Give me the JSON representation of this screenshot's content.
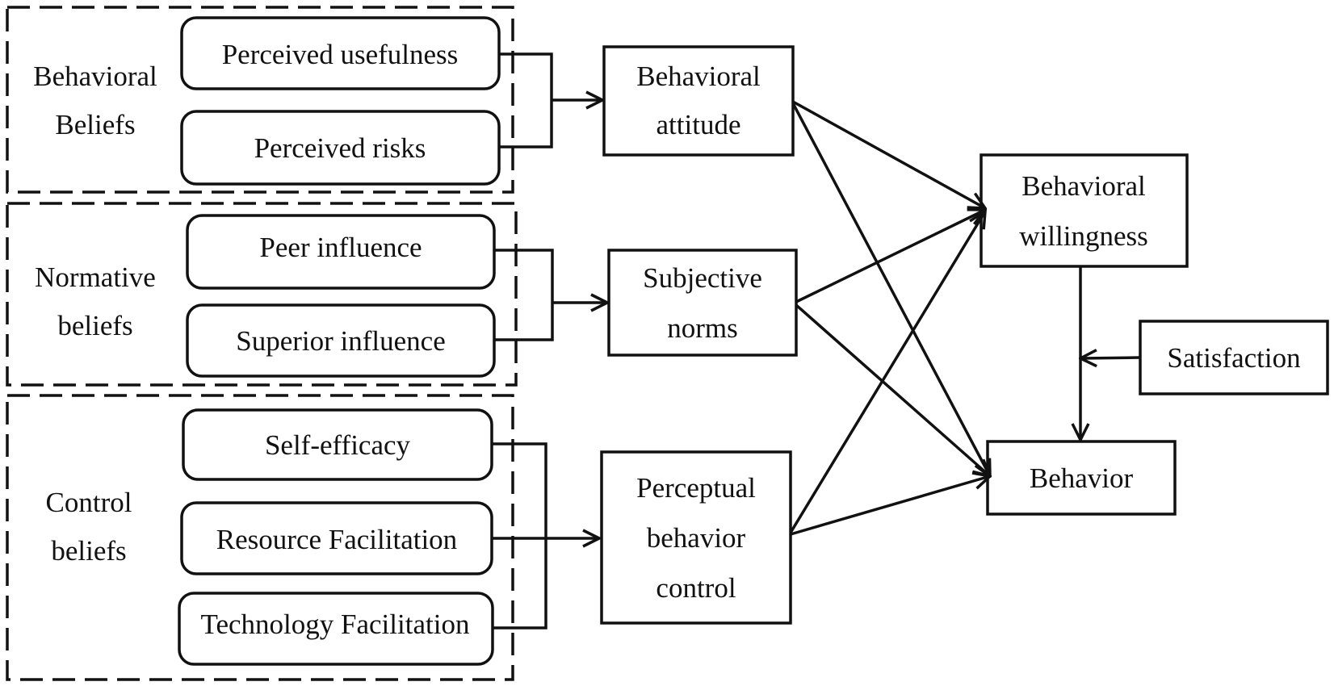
{
  "groups": {
    "behavioral": {
      "line1": "Behavioral",
      "line2": "Beliefs"
    },
    "normative": {
      "line1": "Normative",
      "line2": "beliefs"
    },
    "control": {
      "line1": "Control",
      "line2": "beliefs"
    }
  },
  "beliefs": {
    "usefulness": "Perceived usefulness",
    "risks": "Perceived risks",
    "peer": "Peer influence",
    "superior": "Superior influence",
    "self_efficacy": "Self-efficacy",
    "resource": "Resource Facilitation",
    "technology": "Technology Facilitation"
  },
  "constructs": {
    "attitude": {
      "line1": "Behavioral",
      "line2": "attitude"
    },
    "norms": {
      "line1": "Subjective",
      "line2": "norms"
    },
    "control": {
      "line1": "Perceptual",
      "line2": "behavior",
      "line3": "control"
    },
    "willingness": {
      "line1": "Behavioral",
      "line2": "willingness"
    },
    "satisfaction": "Satisfaction",
    "behavior": "Behavior"
  }
}
